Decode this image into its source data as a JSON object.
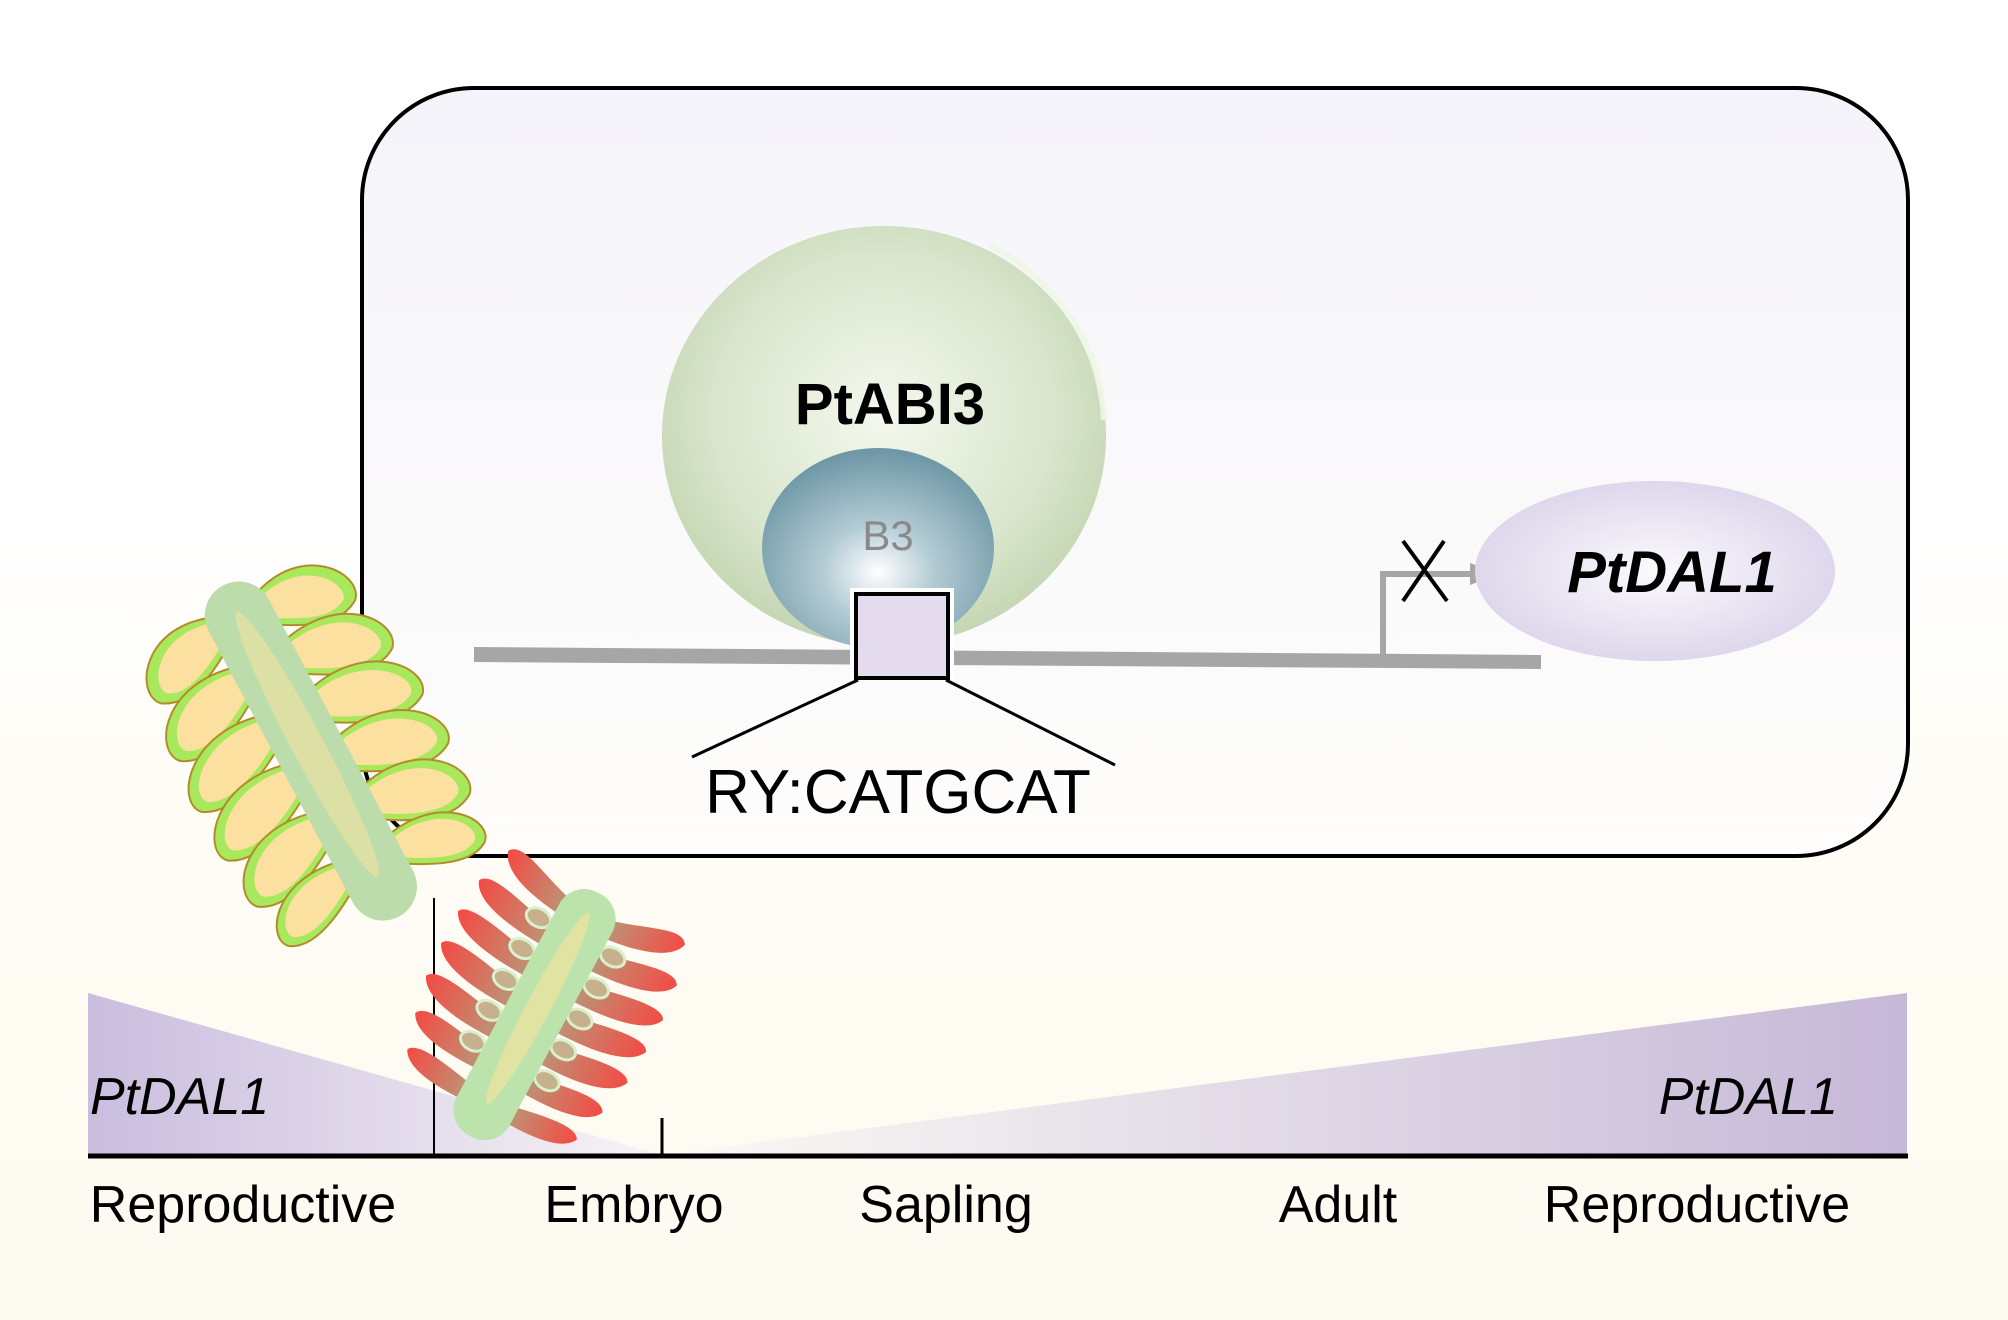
{
  "diagram": {
    "protein": {
      "name": "PtABI3",
      "domain": "B3"
    },
    "motif": {
      "label": "RY:CATGCAT"
    },
    "target_gene": {
      "name": "PtDAL1",
      "repressed": true
    },
    "timeline": {
      "stages": [
        "Reproductive",
        "Embryo",
        "Sapling",
        "Adult",
        "Reproductive"
      ],
      "expression_label_left": "PtDAL1",
      "expression_label_right": "PtDAL1",
      "expression_trend": [
        {
          "stage": "Reproductive",
          "relative_level": 1.0
        },
        {
          "stage": "Embryo",
          "relative_level": 0.0
        },
        {
          "stage": "Reproductive",
          "relative_level": 1.0
        }
      ]
    },
    "colors": {
      "protein_fill": "#cfdcbf",
      "b3_fill": "#7fa6b3",
      "b3_text": "#8a8a8a",
      "motif_fill": "#e4dcee",
      "dna": "#a6a6a6",
      "target_fill": "#e2dbee",
      "expression_fill": "#cbbfdc",
      "cone_green": "#9be35a",
      "cone_seed": "#fce0a0",
      "embryo_red": "#f2504a"
    }
  }
}
